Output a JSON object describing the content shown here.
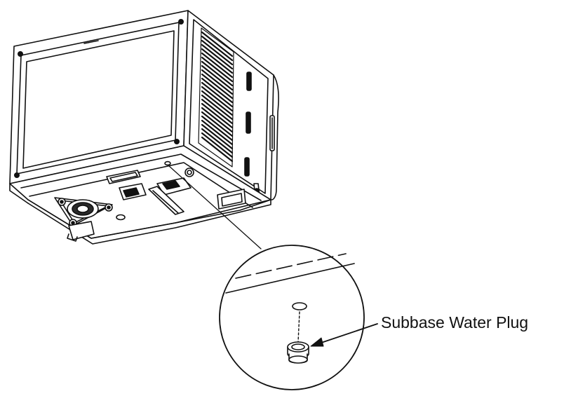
{
  "diagram": {
    "callout_label": "Subbase Water Plug"
  },
  "colors": {
    "ink": "#111111",
    "fill": "#ffffff",
    "shade": "#2a2a2a"
  },
  "icons": {
    "unit": "air-conditioner-underside-illustration",
    "detail": "magnified-detail-circle",
    "plug": "water-plug-icon",
    "arrow": "leader-arrow-icon"
  }
}
